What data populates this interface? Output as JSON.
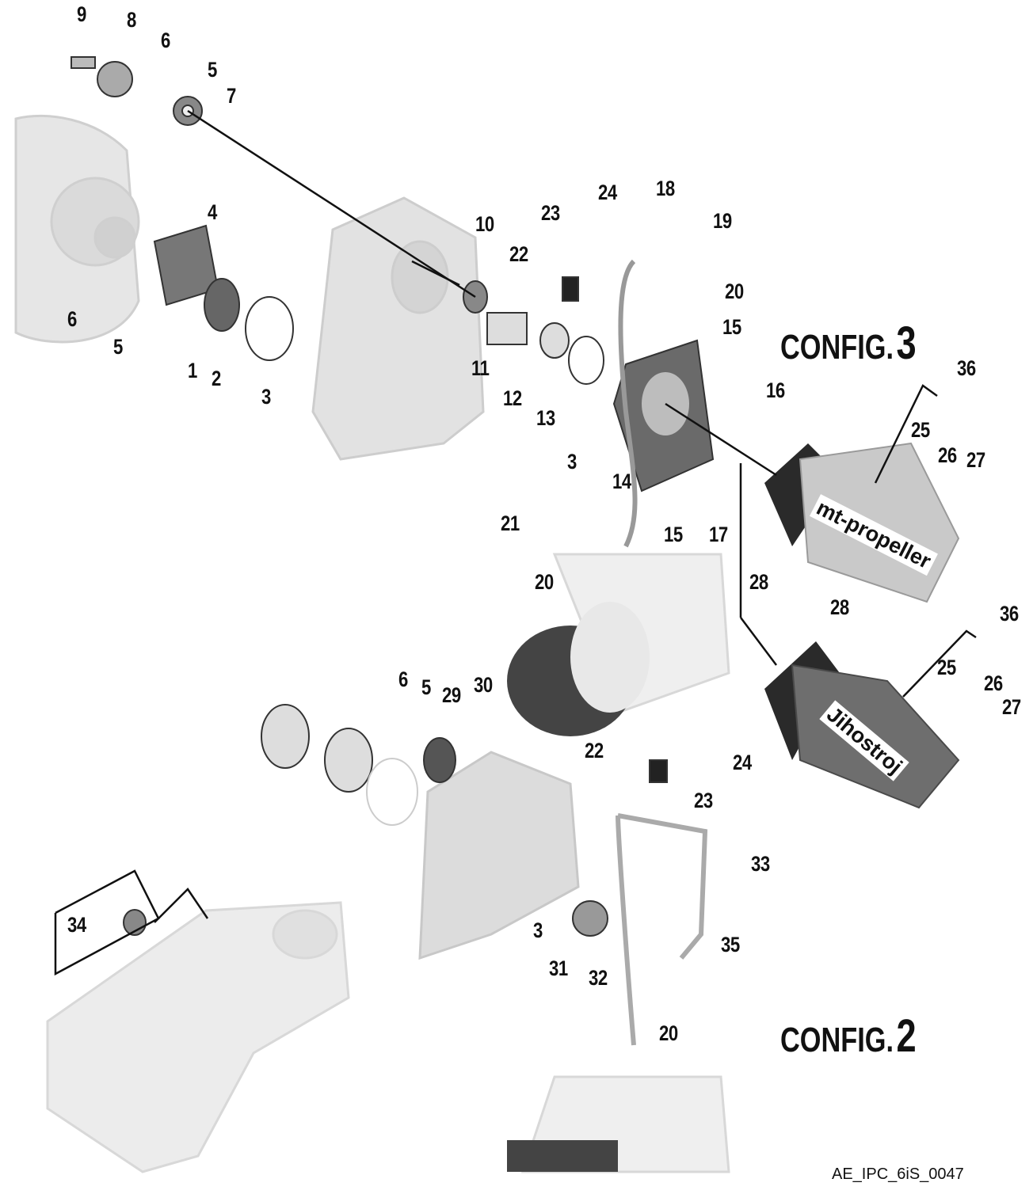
{
  "figure": {
    "id_label": "AE_IPC_6iS_0047",
    "configs": [
      {
        "word": "CONFIG.",
        "number": "3"
      },
      {
        "word": "CONFIG.",
        "number": "2"
      }
    ],
    "brands": [
      "mt-propeller",
      "Jihostroj"
    ]
  },
  "callouts": [
    "9",
    "8",
    "6",
    "5",
    "7",
    "4",
    "6",
    "5",
    "1",
    "2",
    "3",
    "10",
    "11",
    "12",
    "13",
    "23",
    "24",
    "18",
    "22",
    "19",
    "20",
    "20",
    "15",
    "16",
    "3",
    "14",
    "21",
    "15",
    "17",
    "20",
    "36",
    "25",
    "26",
    "27",
    "28",
    "28",
    "36",
    "25",
    "26",
    "27",
    "6",
    "5",
    "29",
    "30",
    "22",
    "24",
    "23",
    "33",
    "34",
    "3",
    "31",
    "32",
    "35",
    "20"
  ]
}
